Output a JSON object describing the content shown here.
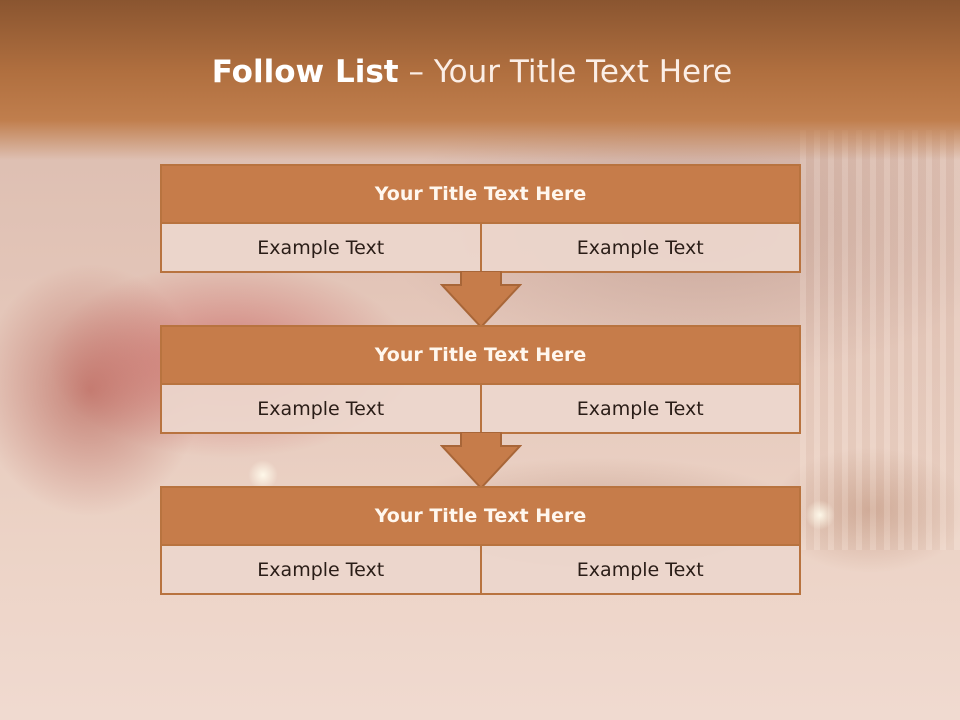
{
  "slide": {
    "title_bold": "Follow List",
    "title_rest": " – Your Title Text Here"
  },
  "blocks": [
    {
      "title": "Your Title Text Here",
      "left": "Example Text",
      "right": "Example Text"
    },
    {
      "title": "Your Title Text Here",
      "left": "Example Text",
      "right": "Example Text"
    },
    {
      "title": "Your Title Text Here",
      "left": "Example Text",
      "right": "Example Text"
    }
  ],
  "colors": {
    "accent": "#c67c4a",
    "border": "#b8733f",
    "cell_bg": "#ecd6cc"
  }
}
